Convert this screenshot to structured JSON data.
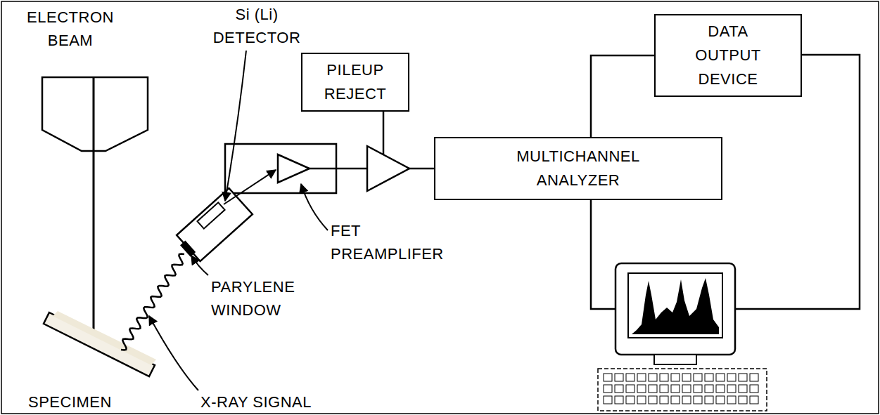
{
  "diagram": {
    "nodes": [
      {
        "text": [
          "PILEUP REJECT"
        ]
      },
      {
        "text": [
          "MULTICHANNEL ANALYZER"
        ]
      },
      {
        "text": [
          "DATA OUTPUT DEVICE"
        ]
      }
    ],
    "edges": [
      {
        "from": 1,
        "to": 2,
        "arrow": "none"
      }
    ],
    "labels": [
      "ELECTRON BEAM",
      "Si (Li) DETECTOR",
      "FET PREAMPLIFER",
      "PARYLENE WINDOW",
      "SPECIMEN",
      "X-RAY SIGNAL"
    ]
  }
}
